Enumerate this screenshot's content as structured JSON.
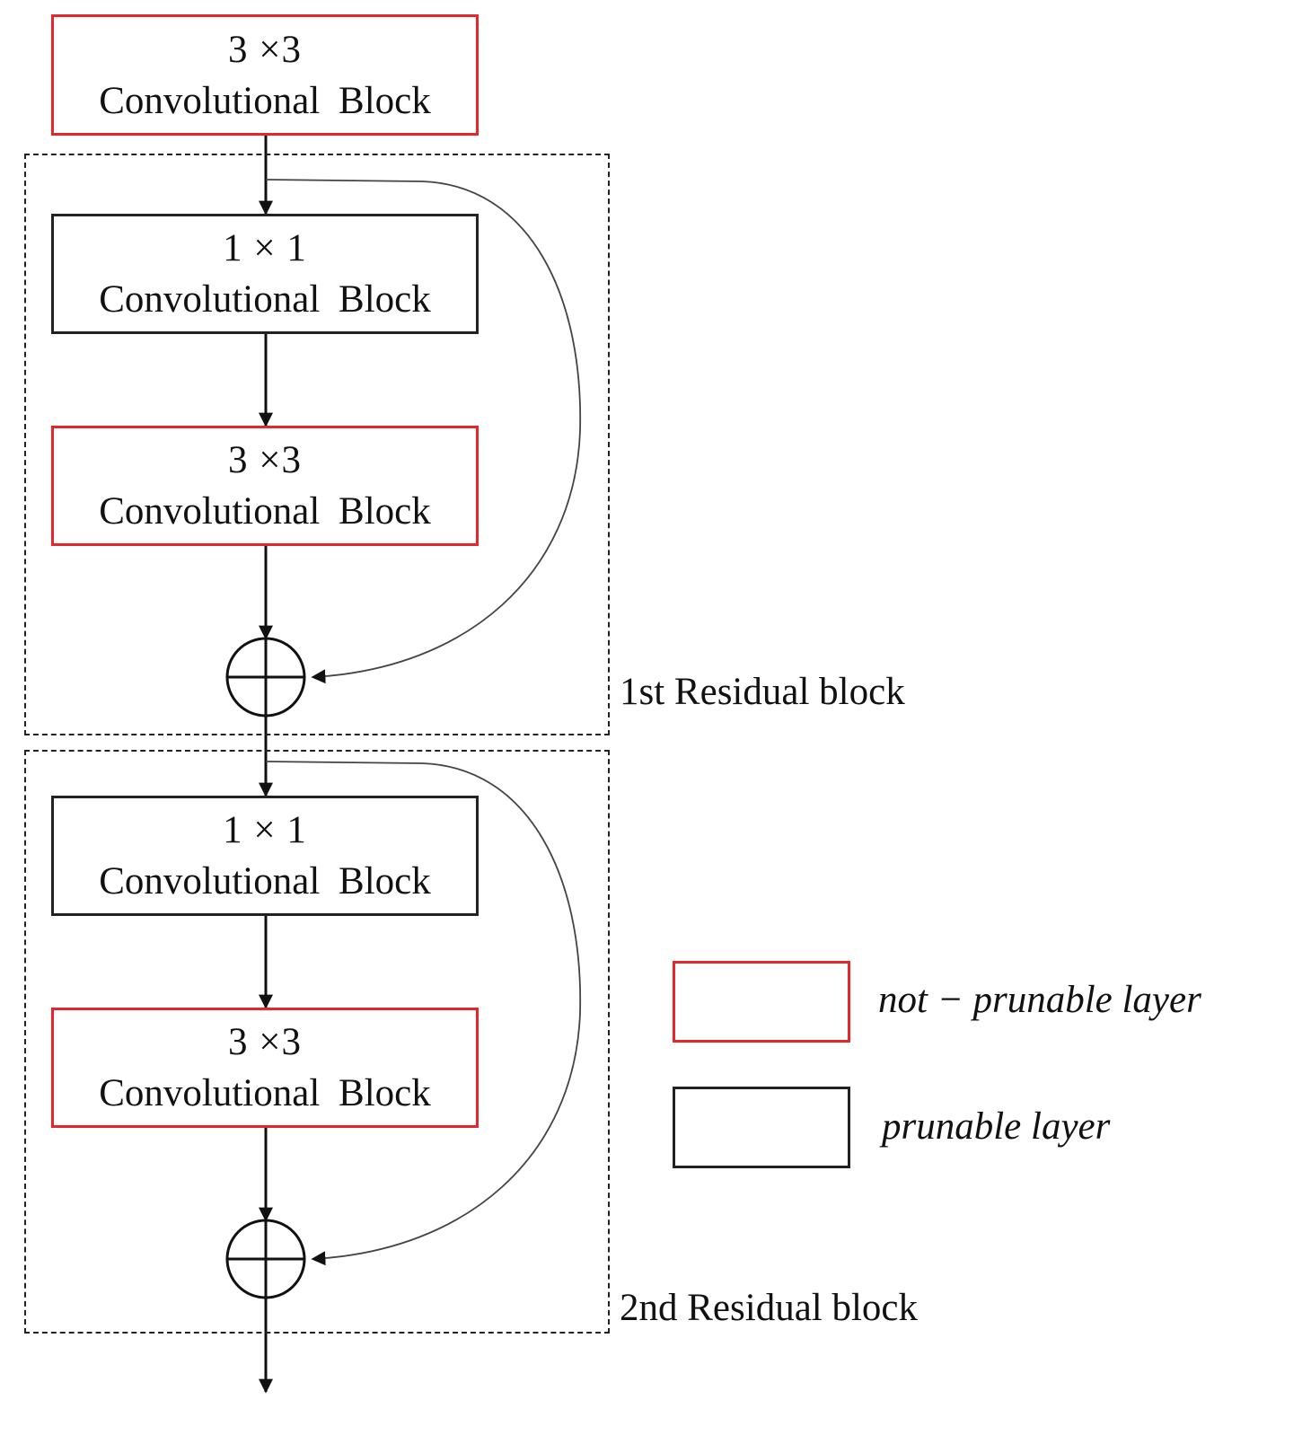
{
  "blocks": {
    "top_conv": {
      "dims": "3 ×3",
      "label": "Convolutional Block",
      "prunable": false
    },
    "rb1_conv1": {
      "dims": "1 × 1",
      "label": "Convolutional Block",
      "prunable": true
    },
    "rb1_conv3": {
      "dims": "3 ×3",
      "label": "Convolutional Block",
      "prunable": false
    },
    "rb2_conv1": {
      "dims": "1 × 1",
      "label": "Convolutional Block",
      "prunable": true
    },
    "rb2_conv3": {
      "dims": "3 ×3",
      "label": "Convolutional Block",
      "prunable": false
    }
  },
  "groups": {
    "rb1": "1st Residual block",
    "rb2": "2nd Residual block"
  },
  "legend": {
    "not_prunable": "not − prunable layer",
    "prunable": "prunable layer"
  },
  "colors": {
    "not_prunable_border": "#e8252b",
    "prunable_border": "#222222"
  },
  "icons": {
    "addition": "circled-plus-icon"
  }
}
